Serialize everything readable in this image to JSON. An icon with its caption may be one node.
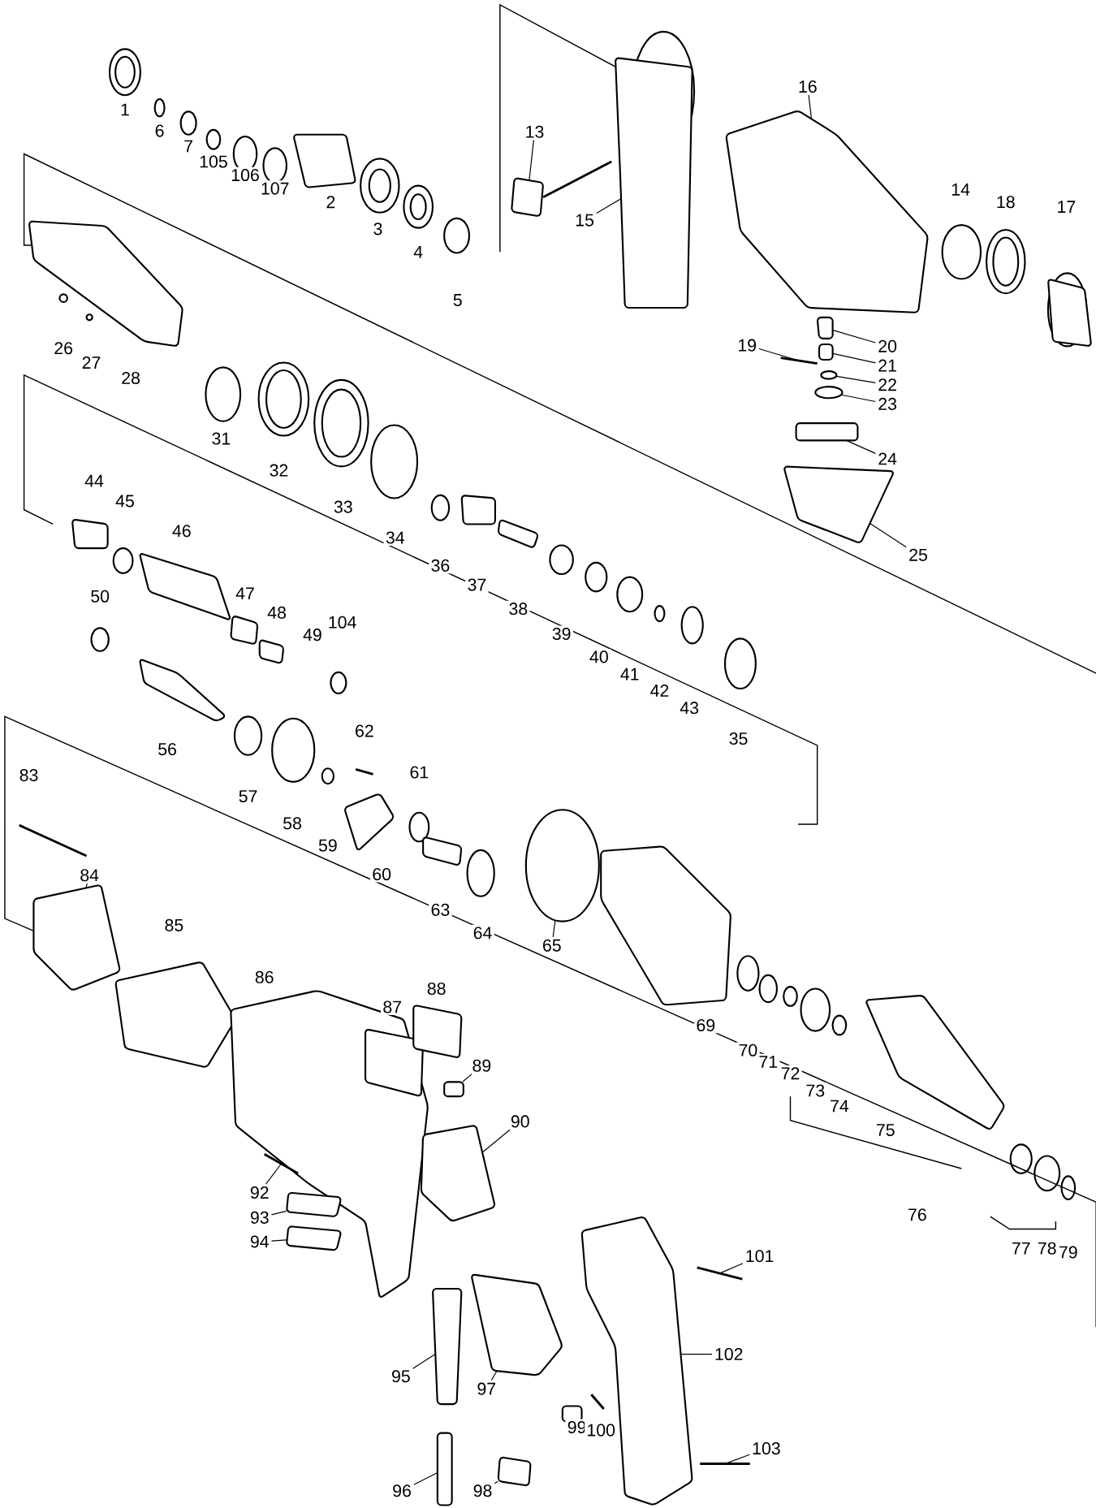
{
  "diagram": {
    "nodes": [
      {
        "text": [
          "13"
        ]
      },
      {
        "text": [
          "15"
        ]
      },
      {
        "text": [
          "16"
        ]
      },
      {
        "text": [
          "19"
        ]
      },
      {
        "text": [
          "20"
        ]
      },
      {
        "text": [
          "21"
        ]
      },
      {
        "text": [
          "22"
        ]
      },
      {
        "text": [
          "23"
        ]
      },
      {
        "text": [
          "24"
        ]
      },
      {
        "text": [
          "25"
        ]
      },
      {
        "text": [
          "65"
        ]
      },
      {
        "text": [
          "84"
        ]
      },
      {
        "text": [
          "89"
        ]
      },
      {
        "text": [
          "90"
        ]
      },
      {
        "text": [
          "92"
        ]
      },
      {
        "text": [
          "93"
        ]
      },
      {
        "text": [
          "94"
        ]
      },
      {
        "text": [
          "95"
        ]
      },
      {
        "text": [
          "96"
        ]
      },
      {
        "text": [
          "97"
        ]
      },
      {
        "text": [
          "98"
        ]
      },
      {
        "text": [
          "101"
        ]
      },
      {
        "text": [
          "102"
        ]
      },
      {
        "text": [
          "103"
        ]
      },
      {
        "text": [],
        "shape": "picture"
      },
      {
        "text": [],
        "shape": "box"
      },
      {
        "text": [],
        "shape": "box"
      },
      {
        "text": [],
        "shape": "picture"
      },
      {
        "text": [],
        "shape": "box"
      },
      {
        "text": [],
        "shape": "box"
      },
      {
        "text": [],
        "shape": "circle"
      },
      {
        "text": [],
        "shape": "circle"
      },
      {
        "text": [],
        "shape": "box"
      },
      {
        "text": [],
        "shape": "box"
      },
      {
        "text": [],
        "shape": "circle"
      },
      {
        "text": [],
        "shape": "box"
      },
      {
        "text": [],
        "shape": "box"
      },
      {
        "text": [],
        "shape": "box"
      },
      {
        "text": [],
        "shape": "picture"
      },
      {
        "text": [],
        "shape": "box"
      },
      {
        "text": [],
        "shape": "box"
      },
      {
        "text": [],
        "shape": "box"
      },
      {
        "text": [],
        "shape": "box"
      },
      {
        "text": [],
        "shape": "box"
      },
      {
        "text": [],
        "shape": "box"
      },
      {
        "text": [],
        "shape": "picture"
      },
      {
        "text": [],
        "shape": "box"
      },
      {
        "text": [],
        "shape": "picture"
      }
    ],
    "edges": [
      {
        "from": 0,
        "to": 24,
        "arrow": "none"
      },
      {
        "from": 1,
        "to": 25,
        "arrow": "none"
      },
      {
        "from": 2,
        "to": 26,
        "arrow": "none"
      },
      {
        "from": 3,
        "to": 27,
        "arrow": "none"
      },
      {
        "from": 4,
        "to": 28,
        "arrow": "none"
      },
      {
        "from": 5,
        "to": 29,
        "arrow": "none"
      },
      {
        "from": 6,
        "to": 30,
        "arrow": "none"
      },
      {
        "from": 7,
        "to": 31,
        "arrow": "none"
      },
      {
        "from": 8,
        "to": 32,
        "arrow": "none"
      },
      {
        "from": 9,
        "to": 33,
        "arrow": "none"
      },
      {
        "from": 10,
        "to": 34,
        "arrow": "none"
      },
      {
        "from": 11,
        "to": 35,
        "arrow": "none"
      },
      {
        "from": 12,
        "to": 36,
        "arrow": "none"
      },
      {
        "from": 13,
        "to": 37,
        "arrow": "none"
      },
      {
        "from": 14,
        "to": 38,
        "arrow": "none"
      },
      {
        "from": 15,
        "to": 39,
        "arrow": "none"
      },
      {
        "from": 16,
        "to": 40,
        "arrow": "none"
      },
      {
        "from": 17,
        "to": 41,
        "arrow": "none"
      },
      {
        "from": 18,
        "to": 42,
        "arrow": "none"
      },
      {
        "from": 19,
        "to": 43,
        "arrow": "none"
      },
      {
        "from": 20,
        "to": 44,
        "arrow": "none"
      },
      {
        "from": 21,
        "to": 45,
        "arrow": "none"
      },
      {
        "from": 22,
        "to": 46,
        "arrow": "none"
      },
      {
        "from": 23,
        "to": 47,
        "arrow": "none"
      }
    ],
    "labels": [
      "1",
      "6",
      "7",
      "105",
      "106",
      "107",
      "2",
      "3",
      "4",
      "5",
      "14",
      "18",
      "17",
      "26",
      "27",
      "28",
      "31",
      "32",
      "33",
      "34",
      "36",
      "37",
      "38",
      "39",
      "40",
      "41",
      "42",
      "43",
      "35",
      "44",
      "45",
      "46",
      "47",
      "48",
      "49",
      "104",
      "50",
      "56",
      "57",
      "58",
      "59",
      "62",
      "61",
      "60",
      "63",
      "64",
      "69",
      "70",
      "71",
      "72",
      "73",
      "74",
      "75",
      "76",
      "77",
      "78",
      "79",
      "83",
      "85",
      "86",
      "87",
      "88",
      "99",
      "100"
    ]
  }
}
